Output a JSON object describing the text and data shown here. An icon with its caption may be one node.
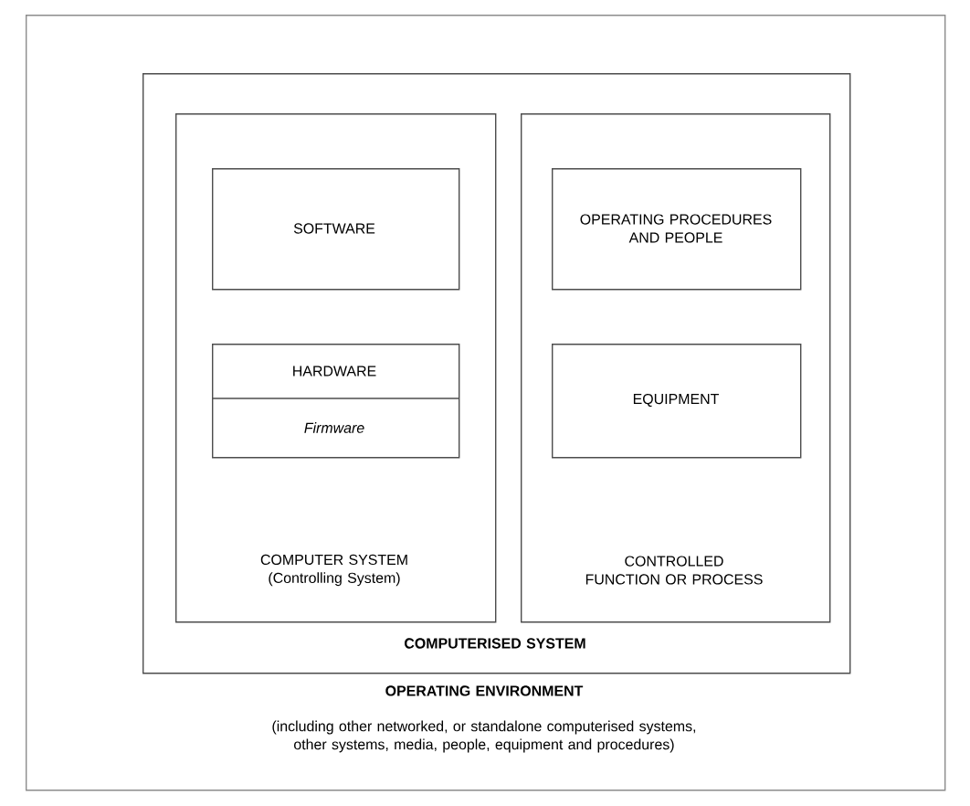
{
  "diagram": {
    "nodes": [
      {
        "text": [
          "OPERATING ENVIRONMENT",
          "(including other networked, or standalone computerised systems, other systems, media, people, equipment and procedures)"
        ]
      },
      {
        "text": [
          "COMPUTERISED SYSTEM"
        ],
        "in": 0
      },
      {
        "text": [
          "COMPUTER SYSTEM (Controlling System)"
        ],
        "in": 1
      },
      {
        "text": [
          "SOFTWARE"
        ],
        "in": 2
      },
      {
        "text": [
          "HARDWARE",
          "Firmware"
        ],
        "in": 2
      },
      {
        "text": [
          "CONTROLLED FUNCTION OR PROCESS"
        ],
        "in": 1
      },
      {
        "text": [
          "OPERATING PROCEDURES AND PEOPLE"
        ],
        "in": 5
      },
      {
        "text": [
          "EQUIPMENT"
        ],
        "in": 5
      }
    ]
  }
}
